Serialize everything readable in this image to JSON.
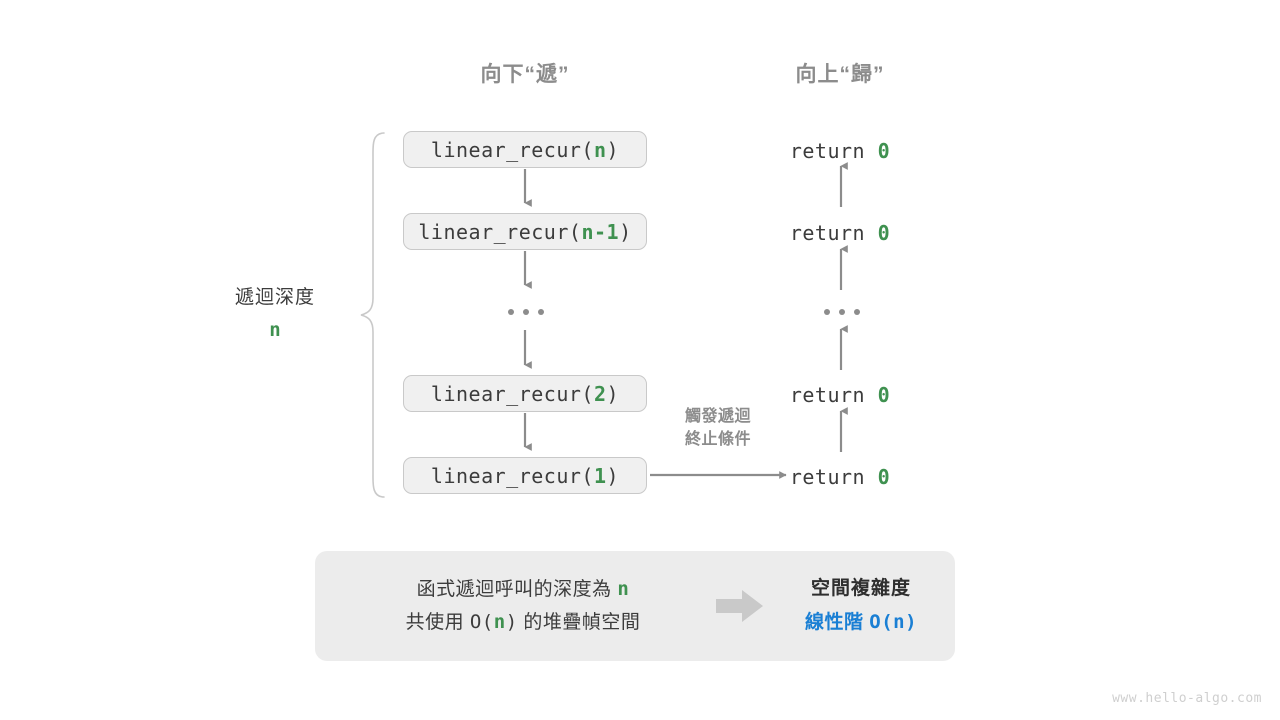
{
  "headers": {
    "down": "向下“遞”",
    "up": "向上“歸”"
  },
  "depth_bracket": {
    "label": "遞迴深度",
    "value": "n"
  },
  "call_stack": [
    {
      "prefix": "linear_recur(",
      "arg": "n",
      "suffix": ")"
    },
    {
      "prefix": "linear_recur(",
      "arg": "n-1",
      "suffix": ")"
    },
    {
      "prefix": "linear_recur(",
      "arg": "2",
      "suffix": ")"
    },
    {
      "prefix": "linear_recur(",
      "arg": "1",
      "suffix": ")"
    }
  ],
  "returns": [
    {
      "keyword": "return",
      "value": "0"
    },
    {
      "keyword": "return",
      "value": "0"
    },
    {
      "keyword": "return",
      "value": "0"
    },
    {
      "keyword": "return",
      "value": "0"
    }
  ],
  "ellipsis": "...",
  "trigger_note": {
    "line1": "觸發遞迴",
    "line2": "終止條件"
  },
  "summary": {
    "line1_a": "函式遞迴呼叫的深度為 ",
    "line1_n": "n",
    "line2_a": "共使用 ",
    "line2_o": "O(",
    "line2_n": "n",
    "line2_c": ")",
    "line2_b": " 的堆疊幀空間",
    "arrow_icon": "right-arrow-icon",
    "result_title": "空間複雜度",
    "result_value_text": "線性階 ",
    "result_value_mono": "O(n)"
  },
  "watermark": "www.hello-algo.com",
  "colors": {
    "green": "#3f9150",
    "blue": "#1a7fd4",
    "gray_text": "#3c3c3c",
    "gray_muted": "#8c8c8c",
    "box_fill": "#f0f0f0",
    "box_border": "#c9c9c9",
    "panel_fill": "#ececec",
    "arrow": "#8c8c8c"
  }
}
